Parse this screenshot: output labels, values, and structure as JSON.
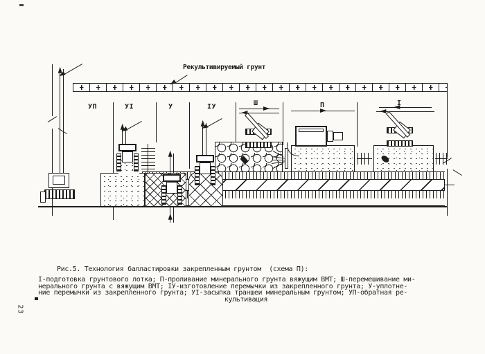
{
  "figure": {
    "top_label": "Рекультивируемый грунт",
    "stage_labels": [
      "УП",
      "УІ",
      "У",
      "ІУ",
      "Ш",
      "П",
      "І"
    ],
    "caption": {
      "title": "Рис.5. Технология балластировки закрепленным грунтом  (схема П):",
      "lines": [
        "І-подготовка грунтового лотка; П-проливание минерального грунта вяжущим ВМТ; Ш-перемешивание ми-",
        "нерального грунта с вяжущим ВМТ; ІУ-изготовление перемычки из закрепленного грунта; У-уплотне-",
        "ние перемычки из закрепленного грунта; УІ-засыпка траншеи минеральным грунтом; УП-обратная ре-",
        "культивация"
      ]
    },
    "page_number": "23",
    "ink_color": "#1d1d1b",
    "paper_color": "#fbfaf7"
  }
}
